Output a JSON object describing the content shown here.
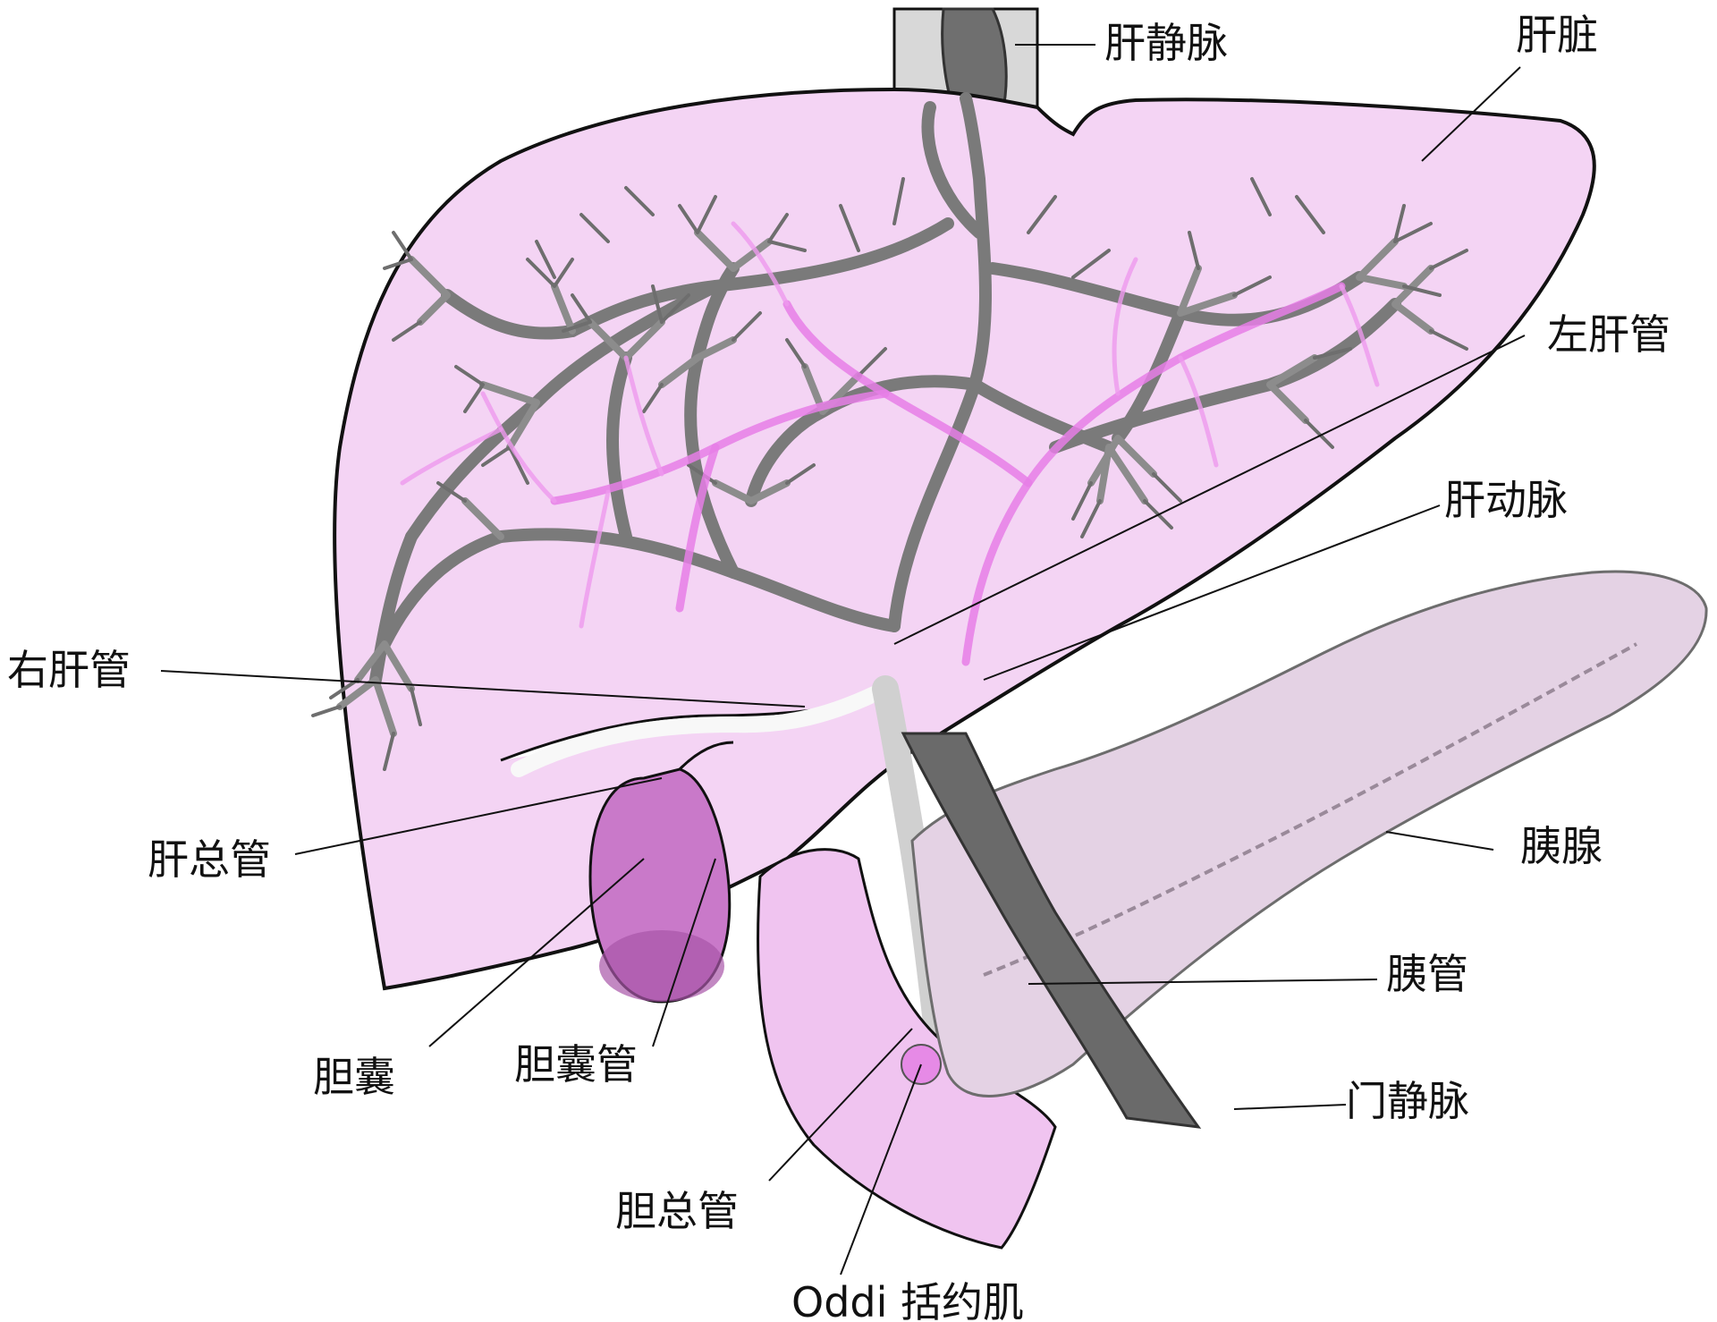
{
  "labels": {
    "hepatic_vein": "肝静脉",
    "liver": "肝脏",
    "left_hepatic_duct": "左肝管",
    "hepatic_artery": "肝动脉",
    "right_hepatic_duct": "右肝管",
    "common_hepatic_duct": "肝总管",
    "pancreas": "胰腺",
    "pancreatic_duct": "胰管",
    "gallbladder": "胆囊",
    "cystic_duct": "胆囊管",
    "portal_vein": "门静脉",
    "common_bile_duct": "胆总管",
    "sphincter_of_oddi": "Oddi 括约肌"
  },
  "colors": {
    "liver_fill": "#f4d4f4",
    "pancreas_fill": "#e4d2e4",
    "gallbladder_fill": "#c979c9",
    "duodenum_fill": "#f0c4f0",
    "duct_gray": "#808080",
    "artery_magenta": "#e67ee6",
    "vein_dark": "#555555"
  }
}
